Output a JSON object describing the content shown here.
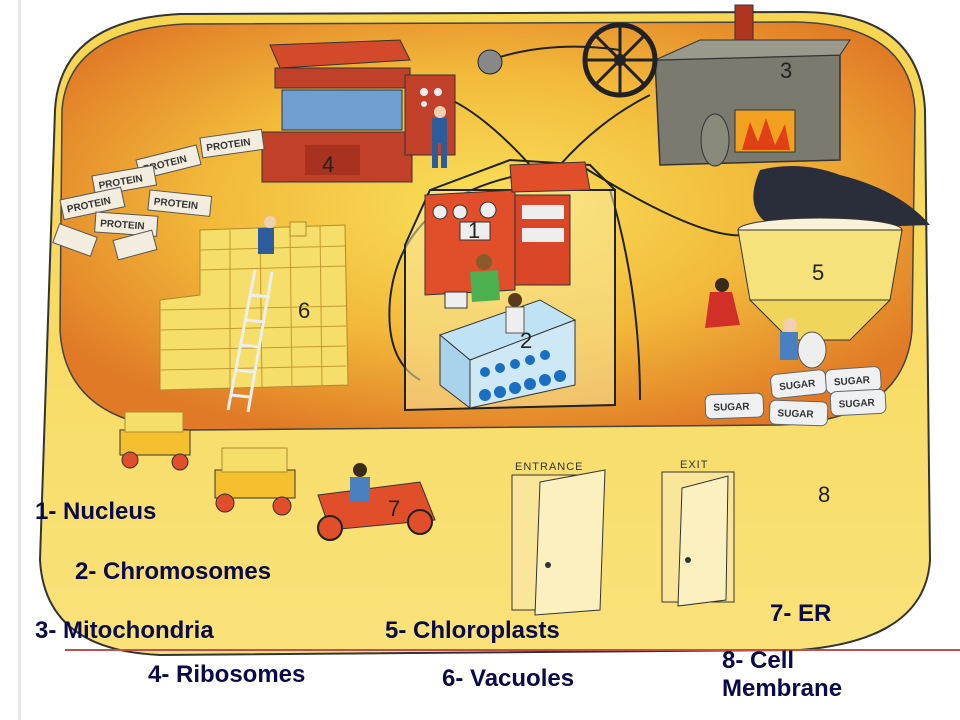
{
  "labels": {
    "nucleus": "1- Nucleus",
    "chromosomes": "2- Chromosomes",
    "mitochondria": "3- Mitochondria",
    "ribosomes": "4- Ribosomes",
    "chloroplasts": "5- Chloroplasts",
    "vacuoles": "6- Vacuoles",
    "er": "7- ER",
    "cell_membrane": "8- Cell Membrane"
  },
  "scene_numbers": [
    "1",
    "2",
    "3",
    "4",
    "5",
    "6",
    "7",
    "8"
  ],
  "scene_text": {
    "protein": "PROTEIN",
    "sugar": "SUGAR",
    "entrance": "ENTRANCE",
    "exit": "EXIT"
  },
  "colors": {
    "floor_orange": "#e8862a",
    "floor_yellow": "#f5d23a",
    "wall_yellow": "#f7dc56",
    "divider_red": "#c0504d",
    "label_text": "#0a0a4a"
  }
}
